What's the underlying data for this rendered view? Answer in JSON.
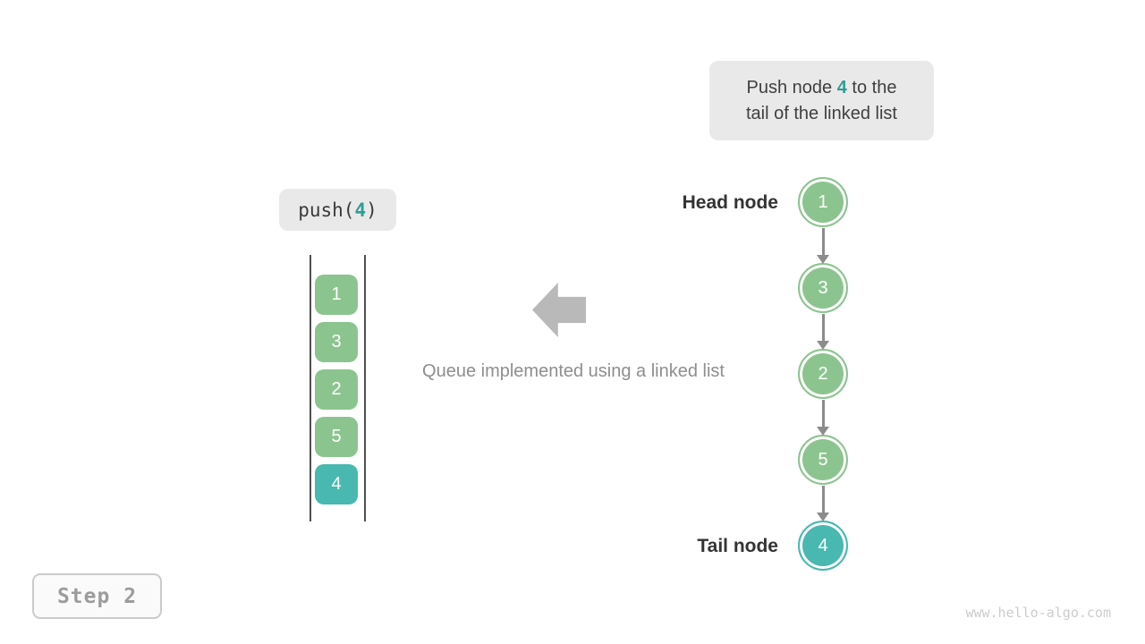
{
  "note": {
    "line1_before": "Push node ",
    "line1_value": "4",
    "line1_after": " to the",
    "line2": "tail of the linked list"
  },
  "push_call": {
    "prefix": "push(",
    "arg": "4",
    "suffix": ")"
  },
  "caption": "Queue implemented using a linked list",
  "labels": {
    "head": "Head node",
    "tail": "Tail node"
  },
  "stack": {
    "items": [
      {
        "value": "1",
        "color": "green"
      },
      {
        "value": "3",
        "color": "green"
      },
      {
        "value": "2",
        "color": "green"
      },
      {
        "value": "5",
        "color": "green"
      },
      {
        "value": "4",
        "color": "teal"
      }
    ]
  },
  "linked_list": {
    "nodes": [
      {
        "value": "1",
        "color": "green"
      },
      {
        "value": "3",
        "color": "green"
      },
      {
        "value": "2",
        "color": "green"
      },
      {
        "value": "5",
        "color": "green"
      },
      {
        "value": "4",
        "color": "teal"
      }
    ]
  },
  "step": {
    "label": "Step 2"
  },
  "watermark": "www.hello-algo.com",
  "colors": {
    "node_green": "#8cc48f",
    "node_teal": "#49b8b0",
    "accent_text": "#2e9d95",
    "note_bg": "#e9e9e9",
    "arrow_gray": "#8c8c8c",
    "block_arrow_gray": "#b9b9b9"
  }
}
